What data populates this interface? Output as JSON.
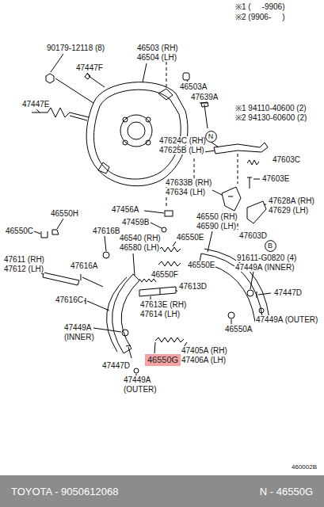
{
  "diagram": {
    "nodes": [
      {
        "text": [
          "N"
        ]
      },
      {
        "text": [
          "B"
        ]
      },
      {
        "text": [
          "46550G"
        ]
      },
      {
        "text": [
          "TOYOTA - 9050612068",
          "N - 46550G"
        ]
      }
    ],
    "labels": [
      "※1 (     -9906)",
      "※2 (9906-     )",
      "90179-12118 (8)",
      "46503 (RH)",
      "46504 (LH)",
      "47447F",
      "46503A",
      "47639A",
      "47447E",
      "※1 94110-40600 (2)",
      "※2 94130-60600 (2)",
      "47624C (RH)",
      "47625B (LH)",
      "47603C",
      "47603E",
      "47633B (RH)",
      "47634 (LH)",
      "47628A (RH)",
      "47629 (LH)",
      "47456A",
      "46550H",
      "47459B",
      "46550 (RH)",
      "46590 (LH)",
      "46550C",
      "47616B",
      "47603D",
      "46540 (RH)",
      "46580 (LH)",
      "46550E",
      "91611-G0820 (4)",
      "47611 (RH)",
      "47612 (LH)",
      "47616A",
      "46550E",
      "47449A (INNER)",
      "46550F",
      "47613D",
      "47447D",
      "47616C",
      "47613E (RH)",
      "47614 (LH)",
      "47449A (OUTER)",
      "46550A",
      "47449A",
      "(INNER)",
      "47405A (RH)",
      "47406A (LH)",
      "47447D",
      "47449A",
      "(OUTER)",
      "460002B"
    ]
  }
}
